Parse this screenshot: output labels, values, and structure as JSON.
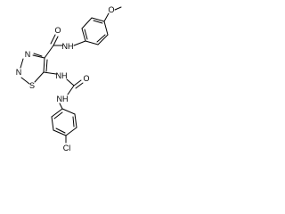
{
  "molecule": {
    "atoms": {
      "O_carbonyl_top": "O",
      "O_methoxy": "O",
      "N_amide_top": "NH",
      "N_ring_1": "N",
      "N_ring_2": "N",
      "S_ring": "S",
      "N_urea_1": "NH",
      "O_urea": "O",
      "N_urea_2": "NH",
      "Cl": "Cl"
    }
  }
}
